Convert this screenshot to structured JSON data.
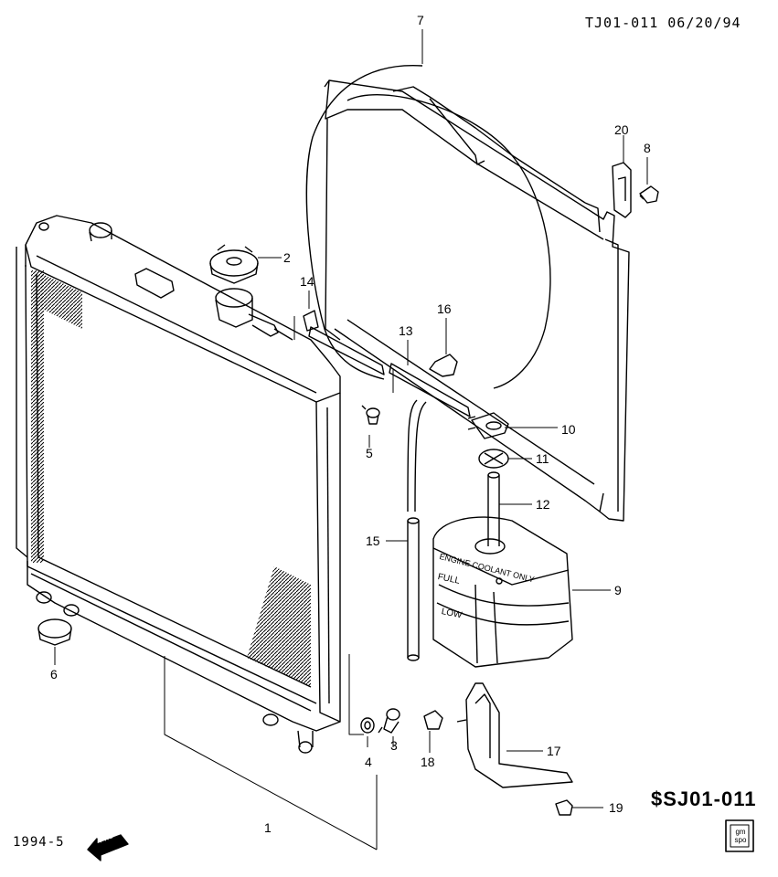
{
  "header": {
    "code_date": "TJ01-011 06/20/94"
  },
  "footer": {
    "year_code": "1994-5",
    "fwd_label": "FWD",
    "section_code": "SJ01-011",
    "logo_text": "gm spo"
  },
  "tank_labels": {
    "top": "ENGINE COOLANT ONLY",
    "full": "FULL",
    "low": "LOW"
  },
  "callouts": [
    {
      "id": "c1",
      "label": "1"
    },
    {
      "id": "c2",
      "label": "2"
    },
    {
      "id": "c3",
      "label": "3"
    },
    {
      "id": "c4",
      "label": "4"
    },
    {
      "id": "c5",
      "label": "5"
    },
    {
      "id": "c6",
      "label": "6"
    },
    {
      "id": "c7",
      "label": "7"
    },
    {
      "id": "c8",
      "label": "8"
    },
    {
      "id": "c9",
      "label": "9"
    },
    {
      "id": "c10",
      "label": "10"
    },
    {
      "id": "c11",
      "label": "11"
    },
    {
      "id": "c12",
      "label": "12"
    },
    {
      "id": "c13",
      "label": "13"
    },
    {
      "id": "c14",
      "label": "14"
    },
    {
      "id": "c15",
      "label": "15"
    },
    {
      "id": "c16",
      "label": "16"
    },
    {
      "id": "c17",
      "label": "17"
    },
    {
      "id": "c18",
      "label": "18"
    },
    {
      "id": "c19",
      "label": "19"
    },
    {
      "id": "c20",
      "label": "20"
    }
  ]
}
